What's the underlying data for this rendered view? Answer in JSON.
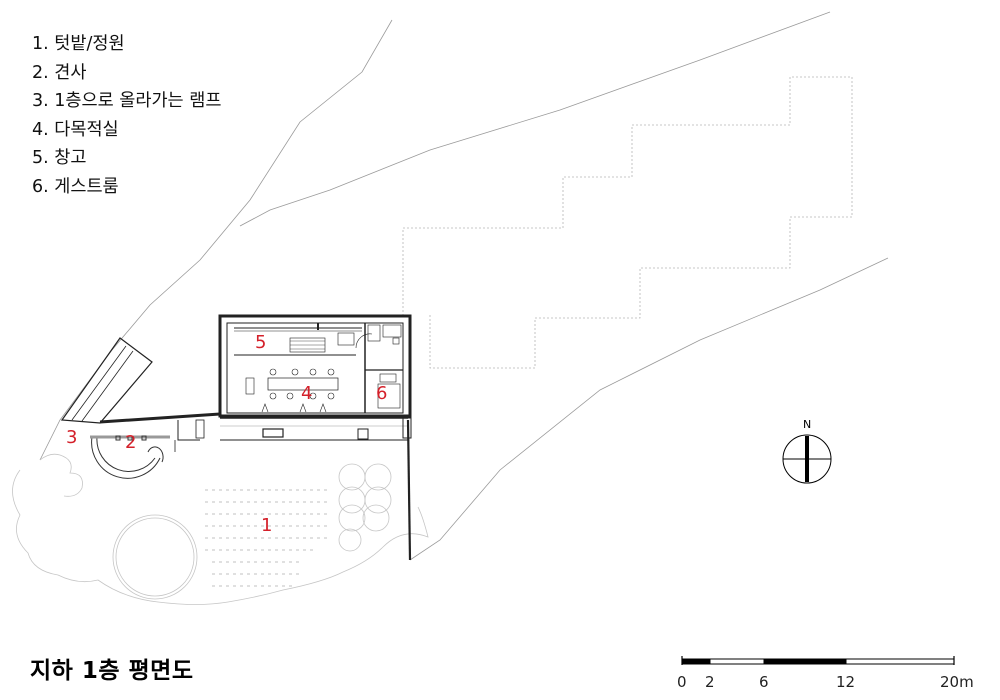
{
  "legend": {
    "items": [
      "1. 텃밭/정원",
      "2. 견사",
      "3. 1층으로 올라가는 램프",
      "4. 다목적실",
      "5. 창고",
      "6. 게스트룸"
    ]
  },
  "plan": {
    "room_labels": [
      "1",
      "2",
      "3",
      "4",
      "5",
      "6"
    ],
    "north_label": "N",
    "label_color": "#d4202a"
  },
  "title": "지하 1층 평면도",
  "scale_bar": {
    "ticks": [
      "0",
      "2",
      "6",
      "12",
      "20m"
    ]
  }
}
